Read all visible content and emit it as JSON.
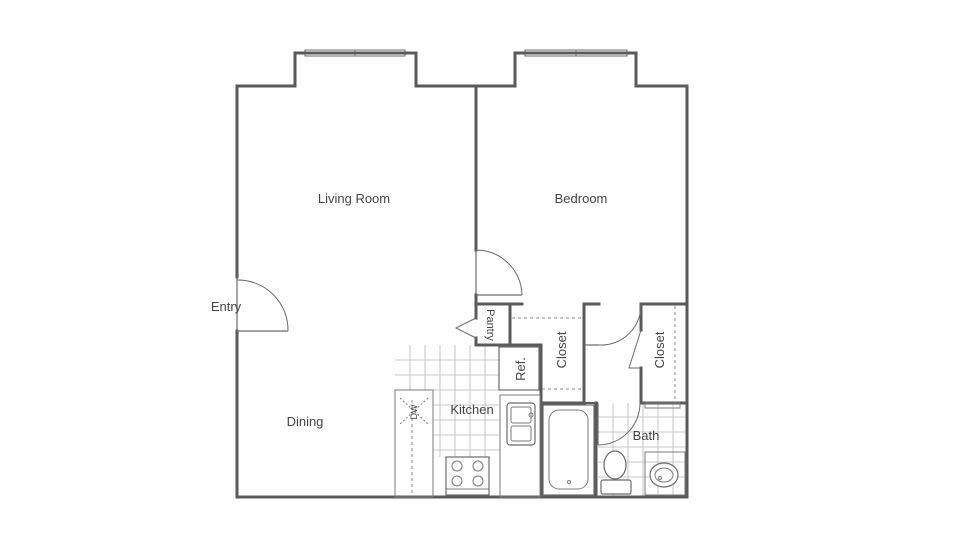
{
  "rooms": {
    "living_room": "Living Room",
    "bedroom": "Bedroom",
    "entry": "Entry",
    "dining": "Dining",
    "kitchen": "Kitchen",
    "bath": "Bath",
    "pantry": "Pantry",
    "closet_1": "Closet",
    "closet_2": "Closet",
    "refrigerator": "Ref.",
    "dishwasher": "DW"
  },
  "colors": {
    "wall": "#5a5a5a",
    "tile_grid": "#b8b8b8",
    "text": "#444444",
    "background": "#ffffff"
  }
}
